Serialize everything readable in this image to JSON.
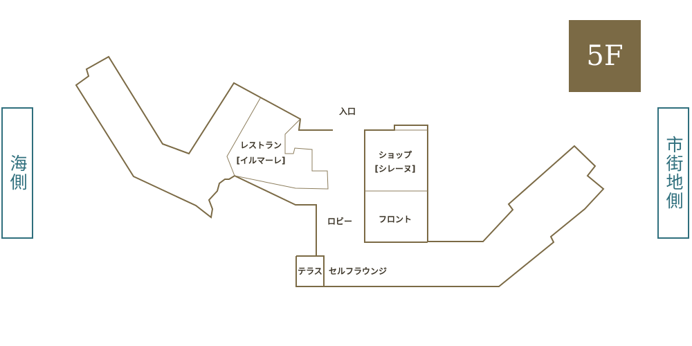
{
  "floor": "5F",
  "sides": {
    "sea": "海側",
    "city": "市街地側"
  },
  "areas": {
    "entrance": "入口",
    "restaurant_line1": "レストラン",
    "restaurant_line2": "[イルマーレ]",
    "shop_line1": "ショップ",
    "shop_line2": "[シレーヌ]",
    "lobby": "ロビー",
    "front": "フロント",
    "terrace": "テラス",
    "self_lounge": "セルフラウンジ"
  },
  "colors": {
    "outline": "#7b6a45",
    "badge": "#7b6a45",
    "side": "#2f6f7d"
  }
}
